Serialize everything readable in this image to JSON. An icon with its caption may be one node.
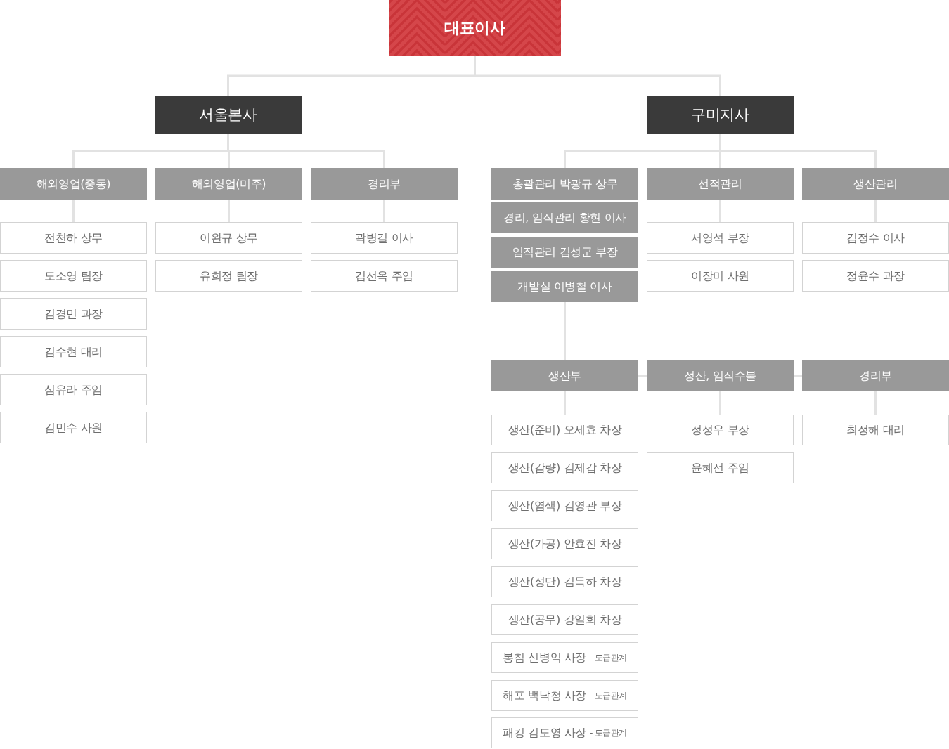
{
  "diagram": {
    "nodes": [
      {
        "text": [
          "대표이사"
        ]
      },
      {
        "text": [
          "서울본사"
        ]
      },
      {
        "text": [
          "구미지사"
        ]
      },
      {
        "text": [
          "해외영업(중동)"
        ]
      },
      {
        "text": [
          "해외영업(미주)"
        ]
      },
      {
        "text": [
          "경리부"
        ]
      },
      {
        "text": [
          "총괄관리 박광규 상무"
        ]
      },
      {
        "text": [
          "경리, 임직관리 황현 이사"
        ]
      },
      {
        "text": [
          "임직관리 김성군 부장"
        ]
      },
      {
        "text": [
          "개발실 이병철 이사"
        ]
      },
      {
        "text": [
          "선적관리"
        ]
      },
      {
        "text": [
          "생산관리"
        ]
      },
      {
        "text": [
          "전천하 상무"
        ]
      },
      {
        "text": [
          "도소영 팀장"
        ]
      },
      {
        "text": [
          "김경민 과장"
        ]
      },
      {
        "text": [
          "김수현 대리"
        ]
      },
      {
        "text": [
          "심유라 주임"
        ]
      },
      {
        "text": [
          "김민수 사원"
        ]
      },
      {
        "text": [
          "이완규 상무"
        ]
      },
      {
        "text": [
          "유희정 팀장"
        ]
      },
      {
        "text": [
          "곽병길 이사"
        ]
      },
      {
        "text": [
          "김선옥 주임"
        ]
      },
      {
        "text": [
          "서영석 부장"
        ]
      },
      {
        "text": [
          "이장미 사원"
        ]
      },
      {
        "text": [
          "김정수 이사"
        ]
      },
      {
        "text": [
          "정윤수 과장"
        ]
      },
      {
        "text": [
          "생산부"
        ]
      },
      {
        "text": [
          "정산, 임직수불"
        ]
      },
      {
        "text": [
          "경리부"
        ]
      },
      {
        "text": [
          "생산(준비) 오세효 차장"
        ]
      },
      {
        "text": [
          "생산(감량) 김제갑 차장"
        ]
      },
      {
        "text": [
          "생산(염색) 김영관 부장"
        ]
      },
      {
        "text": [
          "생산(가공) 안효진 차장"
        ]
      },
      {
        "text": [
          "생산(정단) 김득하 차장"
        ]
      },
      {
        "text": [
          "생산(공무) 강일희 차장"
        ]
      },
      {
        "text": [
          "봉침 신병익 사장",
          "- 도급관계"
        ]
      },
      {
        "text": [
          "해포 백낙청 사장",
          "- 도급관계"
        ]
      },
      {
        "text": [
          "패킹 김도영 사장",
          "- 도급관계"
        ]
      },
      {
        "text": [
          "정성우 부장"
        ]
      },
      {
        "text": [
          "윤혜선 주임"
        ]
      },
      {
        "text": [
          "최정해 대리"
        ]
      }
    ],
    "edges": [
      {
        "from": 0,
        "to": 1,
        "arrow": "none"
      },
      {
        "from": 0,
        "to": 2,
        "arrow": "none"
      },
      {
        "from": 1,
        "to": 3,
        "arrow": "none"
      },
      {
        "from": 1,
        "to": 4,
        "arrow": "none"
      },
      {
        "from": 1,
        "to": 5,
        "arrow": "none"
      },
      {
        "from": 2,
        "to": 6,
        "arrow": "none"
      },
      {
        "from": 2,
        "to": 10,
        "arrow": "none"
      },
      {
        "from": 2,
        "to": 11,
        "arrow": "none"
      },
      {
        "from": 3,
        "to": 12,
        "arrow": "none"
      },
      {
        "from": 4,
        "to": 18,
        "arrow": "none"
      },
      {
        "from": 5,
        "to": 20,
        "arrow": "none"
      },
      {
        "from": 10,
        "to": 22,
        "arrow": "none"
      },
      {
        "from": 11,
        "to": 24,
        "arrow": "none"
      },
      {
        "from": 9,
        "to": 26,
        "arrow": "none"
      },
      {
        "from": 26,
        "to": 27,
        "arrow": "none"
      },
      {
        "from": 27,
        "to": 28,
        "arrow": "none"
      },
      {
        "from": 26,
        "to": 29,
        "arrow": "none"
      },
      {
        "from": 27,
        "to": 38,
        "arrow": "none"
      },
      {
        "from": 28,
        "to": 40,
        "arrow": "none"
      }
    ]
  }
}
